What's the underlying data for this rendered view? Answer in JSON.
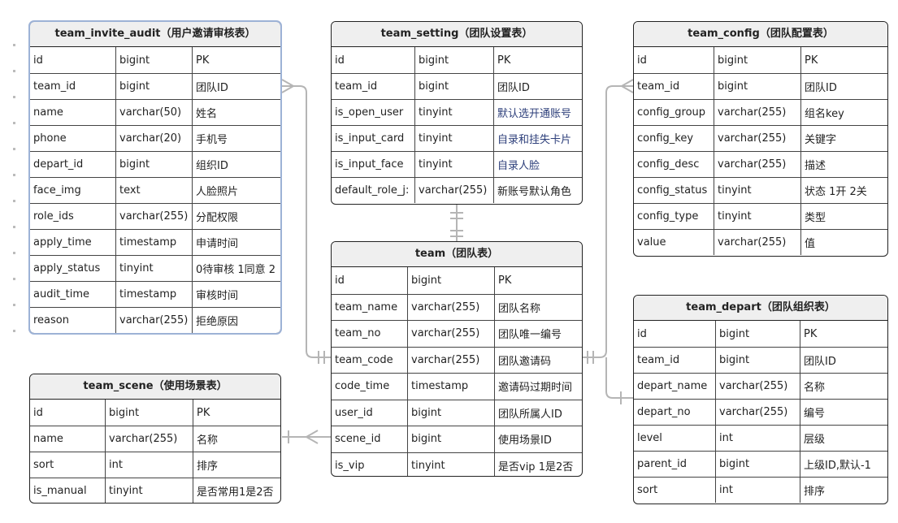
{
  "tables": {
    "invite": {
      "title": "team_invite_audit（用户邀请审核表）",
      "rows": [
        [
          "id",
          "bigint",
          "PK"
        ],
        [
          "team_id",
          "bigint",
          "团队ID"
        ],
        [
          "name",
          "varchar(50)",
          "姓名"
        ],
        [
          "phone",
          "varchar(20)",
          "手机号"
        ],
        [
          "depart_id",
          "bigint",
          "组织ID"
        ],
        [
          "face_img",
          "text",
          "人脸照片"
        ],
        [
          "role_ids",
          "varchar(255)",
          "分配权限"
        ],
        [
          "apply_time",
          "timestamp",
          "申请时间"
        ],
        [
          "apply_status",
          "tinyint",
          "0待审核 1同意 2"
        ],
        [
          "audit_time",
          "timestamp",
          "审核时间"
        ],
        [
          "reason",
          "varchar(255)",
          "拒绝原因"
        ]
      ]
    },
    "setting": {
      "title": "team_setting（团队设置表）",
      "rows": [
        [
          "id",
          "bigint",
          "PK"
        ],
        [
          "team_id",
          "bigint",
          "团队ID"
        ],
        [
          "is_open_user",
          "tinyint",
          "默认选开通账号"
        ],
        [
          "is_input_card",
          "tinyint",
          "自录和挂失卡片"
        ],
        [
          "is_input_face",
          "tinyint",
          "自录人脸"
        ],
        [
          "default_role_j:",
          "varchar(255)",
          "新账号默认角色"
        ]
      ]
    },
    "config": {
      "title": "team_config（团队配置表）",
      "rows": [
        [
          "id",
          "bigint",
          "PK"
        ],
        [
          "team_id",
          "bigint",
          "团队ID"
        ],
        [
          "config_group",
          "varchar(255)",
          "组名key"
        ],
        [
          "config_key",
          "varchar(255)",
          "关键字"
        ],
        [
          "config_desc",
          "varchar(255)",
          "描述"
        ],
        [
          "config_status",
          "tinyint",
          "状态 1开 2关"
        ],
        [
          "config_type",
          "tinyint",
          "类型"
        ],
        [
          "value",
          "varchar(255)",
          "值"
        ]
      ]
    },
    "team": {
      "title": "team（团队表）",
      "rows": [
        [
          "id",
          "bigint",
          "PK"
        ],
        [
          "team_name",
          "varchar(255)",
          "团队名称"
        ],
        [
          "team_no",
          "varchar(255)",
          "团队唯一编号"
        ],
        [
          "team_code",
          "varchar(255)",
          "团队邀请码"
        ],
        [
          "code_time",
          "timestamp",
          "邀请码过期时间"
        ],
        [
          "user_id",
          "bigint",
          "团队所属人ID"
        ],
        [
          "scene_id",
          "bigint",
          "使用场景ID"
        ],
        [
          "is_vip",
          "tinyint",
          "是否vip 1是2否"
        ]
      ]
    },
    "scene": {
      "title": "team_scene（使用场景表）",
      "rows": [
        [
          "id",
          "bigint",
          "PK"
        ],
        [
          "name",
          "varchar(255)",
          "名称"
        ],
        [
          "sort",
          "int",
          "排序"
        ],
        [
          "is_manual",
          "tinyint",
          "是否常用1是2否"
        ]
      ]
    },
    "depart": {
      "title": "team_depart（团队组织表）",
      "rows": [
        [
          "id",
          "bigint",
          "PK"
        ],
        [
          "team_id",
          "bigint",
          "团队ID"
        ],
        [
          "depart_name",
          "varchar(255)",
          "名称"
        ],
        [
          "depart_no",
          "varchar(255)",
          "编号"
        ],
        [
          "level",
          "int",
          "层级"
        ],
        [
          "parent_id",
          "bigint",
          "上级ID,默认-1"
        ],
        [
          "sort",
          "int",
          "排序"
        ]
      ]
    }
  }
}
